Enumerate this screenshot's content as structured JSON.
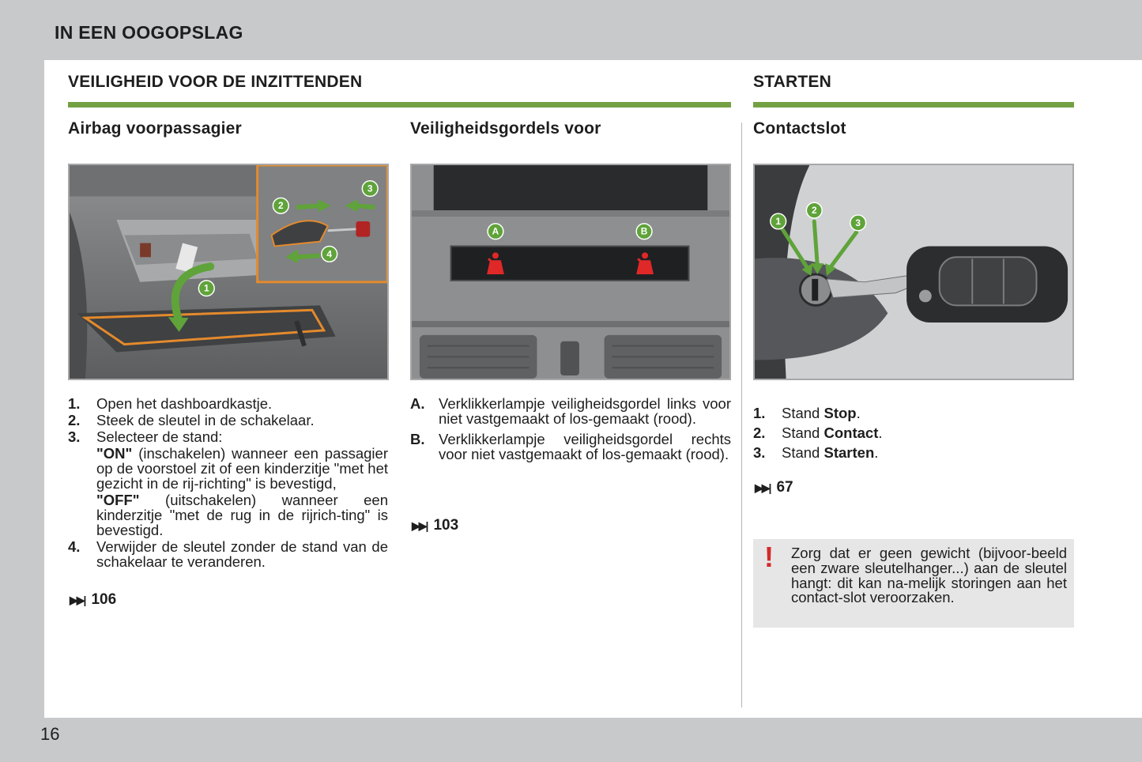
{
  "header": {
    "title": "IN EEN OOGOPSLAG"
  },
  "page_number": "16",
  "sections": {
    "safety": {
      "title": "VEILIGHEID VOOR DE INZITTENDEN"
    },
    "start": {
      "title": "STARTEN"
    }
  },
  "airbag": {
    "title": "Airbag voorpassagier",
    "callouts": [
      "1",
      "2",
      "3",
      "4"
    ],
    "steps": [
      {
        "num": "1.",
        "text": "Open het dashboardkastje."
      },
      {
        "num": "2.",
        "text": "Steek de sleutel in de schakelaar."
      },
      {
        "num": "3.",
        "text": "Selecteer de stand:"
      },
      {
        "num": "4.",
        "text": "Verwijder de sleutel zonder de stand van de schakelaar te veranderen."
      }
    ],
    "on_label": "\"ON\"",
    "on_text": " (inschakelen) wanneer een passagier op de voorstoel zit of een kinderzitje \"met het gezicht in de rij-richting\" is bevestigd,",
    "off_label": "\"OFF\"",
    "off_text": " (uitschakelen) wanneer een kinderzitje \"met de rug in de rijrich-ting\" is bevestigd.",
    "ref": "106"
  },
  "belts": {
    "title": "Veiligheidsgordels voor",
    "callouts": [
      "A",
      "B"
    ],
    "items": [
      {
        "num": "A.",
        "text": "Verklikkerlampje veiligheidsgordel links voor niet vastgemaakt of los-gemaakt (rood)."
      },
      {
        "num": "B.",
        "text": "Verklikkerlampje veiligheidsgordel rechts voor niet vastgemaakt of los-gemaakt (rood)."
      }
    ],
    "ref": "103"
  },
  "ignition": {
    "title": "Contactslot",
    "callouts": [
      "1",
      "2",
      "3"
    ],
    "items": [
      {
        "num": "1.",
        "prefix": "Stand ",
        "bold": "Stop",
        "suffix": "."
      },
      {
        "num": "2.",
        "prefix": "Stand ",
        "bold": "Contact",
        "suffix": "."
      },
      {
        "num": "3.",
        "prefix": "Stand ",
        "bold": "Starten",
        "suffix": "."
      }
    ],
    "ref": "67"
  },
  "warning": {
    "mark": "!",
    "text": "Zorg dat er geen gewicht (bijvoor-beeld een zware sleutelhanger...) aan de sleutel hangt: dit kan na-melijk storingen aan het contact-slot veroorzaken."
  },
  "icons": {
    "ref": "next-page-icon",
    "warning": "exclamation-icon"
  },
  "colors": {
    "accent_green": "#74a044",
    "warning_red": "#d42a2a",
    "callout_green": "#5fa33a",
    "callout_orange": "#e48a2c"
  }
}
